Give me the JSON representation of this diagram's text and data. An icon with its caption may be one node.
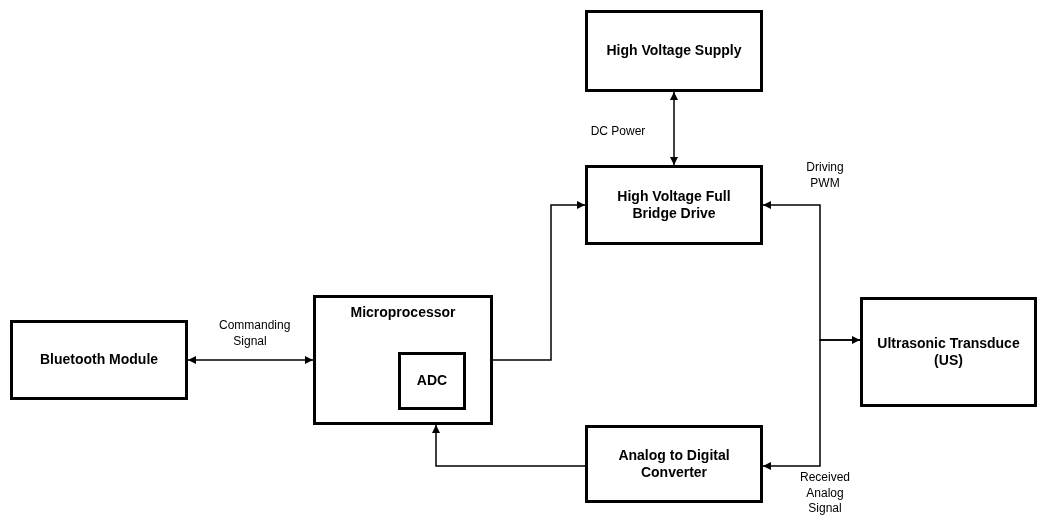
{
  "diagram": {
    "nodes": [
      {
        "text": [
          "High Voltage Supply"
        ]
      },
      {
        "text": [
          "High Voltage Full Bridge Drive"
        ]
      },
      {
        "text": [
          "Bluetooth Module"
        ]
      },
      {
        "text": [
          "Microprocessor"
        ]
      },
      {
        "text": [
          "ADC"
        ],
        "in": 3
      },
      {
        "text": [
          "Ultrasonic Transduce (US)"
        ]
      },
      {
        "text": [
          "Analog to Digital Converter"
        ]
      }
    ],
    "edges": [
      {
        "from": 0,
        "to": 1,
        "arrow": "both",
        "label": "DC Power"
      },
      {
        "from": 2,
        "to": 3,
        "arrow": "both",
        "label": "Commanding Signal"
      },
      {
        "from": 3,
        "to": 1,
        "arrow": "to"
      },
      {
        "from": 6,
        "to": 3,
        "arrow": "to"
      },
      {
        "from": 1,
        "to": 5,
        "arrow": "both",
        "label": "Driving PWM"
      },
      {
        "from": 5,
        "to": 6,
        "arrow": "to",
        "label": "Received Analog Signal"
      }
    ]
  }
}
